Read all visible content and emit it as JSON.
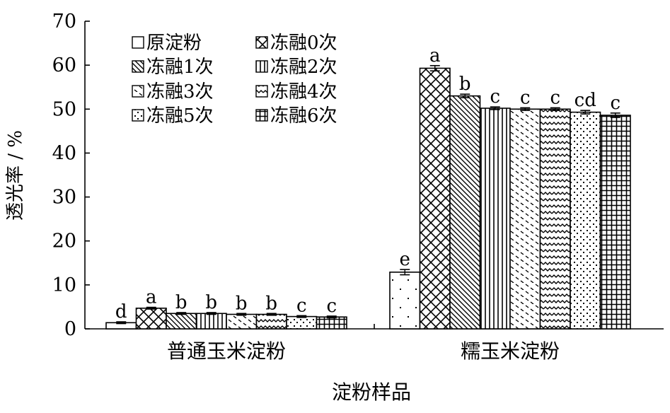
{
  "chart_data": {
    "type": "bar",
    "title": "",
    "xlabel": "淀粉样品",
    "ylabel": "透光率 / %",
    "ylim": [
      0,
      70
    ],
    "yticks": [
      "0",
      "10",
      "20",
      "30",
      "40",
      "50",
      "60",
      "70"
    ],
    "categories": [
      "普通玉米淀粉",
      "糯玉米淀粉"
    ],
    "legend_position": "top-left",
    "grid": false,
    "series": [
      {
        "name": "原淀粉",
        "pattern": "blank",
        "values": [
          1.4,
          12.9
        ],
        "errors": [
          0.2,
          0.6
        ],
        "letters": [
          "d",
          "e"
        ]
      },
      {
        "name": "冻融0次",
        "pattern": "crosshatch",
        "values": [
          4.7,
          59.3
        ],
        "errors": [
          0.2,
          0.6
        ],
        "letters": [
          "a",
          "a"
        ]
      },
      {
        "name": "冻融1次",
        "pattern": "diagonal",
        "values": [
          3.5,
          53.0
        ],
        "errors": [
          0.2,
          0.4
        ],
        "letters": [
          "b",
          "b"
        ]
      },
      {
        "name": "冻融2次",
        "pattern": "vertical",
        "values": [
          3.5,
          50.2
        ],
        "errors": [
          0.2,
          0.3
        ],
        "letters": [
          "b",
          "c"
        ]
      },
      {
        "name": "冻融3次",
        "pattern": "dash",
        "values": [
          3.3,
          50.0
        ],
        "errors": [
          0.2,
          0.3
        ],
        "letters": [
          "b",
          "c"
        ]
      },
      {
        "name": "冻融4次",
        "pattern": "wave",
        "values": [
          3.3,
          50.0
        ],
        "errors": [
          0.2,
          0.3
        ],
        "letters": [
          "b",
          "c"
        ]
      },
      {
        "name": "冻融5次",
        "pattern": "dots",
        "values": [
          2.8,
          49.3
        ],
        "errors": [
          0.2,
          0.4
        ],
        "letters": [
          "c",
          "cd"
        ]
      },
      {
        "name": "冻融6次",
        "pattern": "grid",
        "values": [
          2.7,
          48.6
        ],
        "errors": [
          0.2,
          0.5
        ],
        "letters": [
          "c",
          "c"
        ]
      }
    ]
  }
}
